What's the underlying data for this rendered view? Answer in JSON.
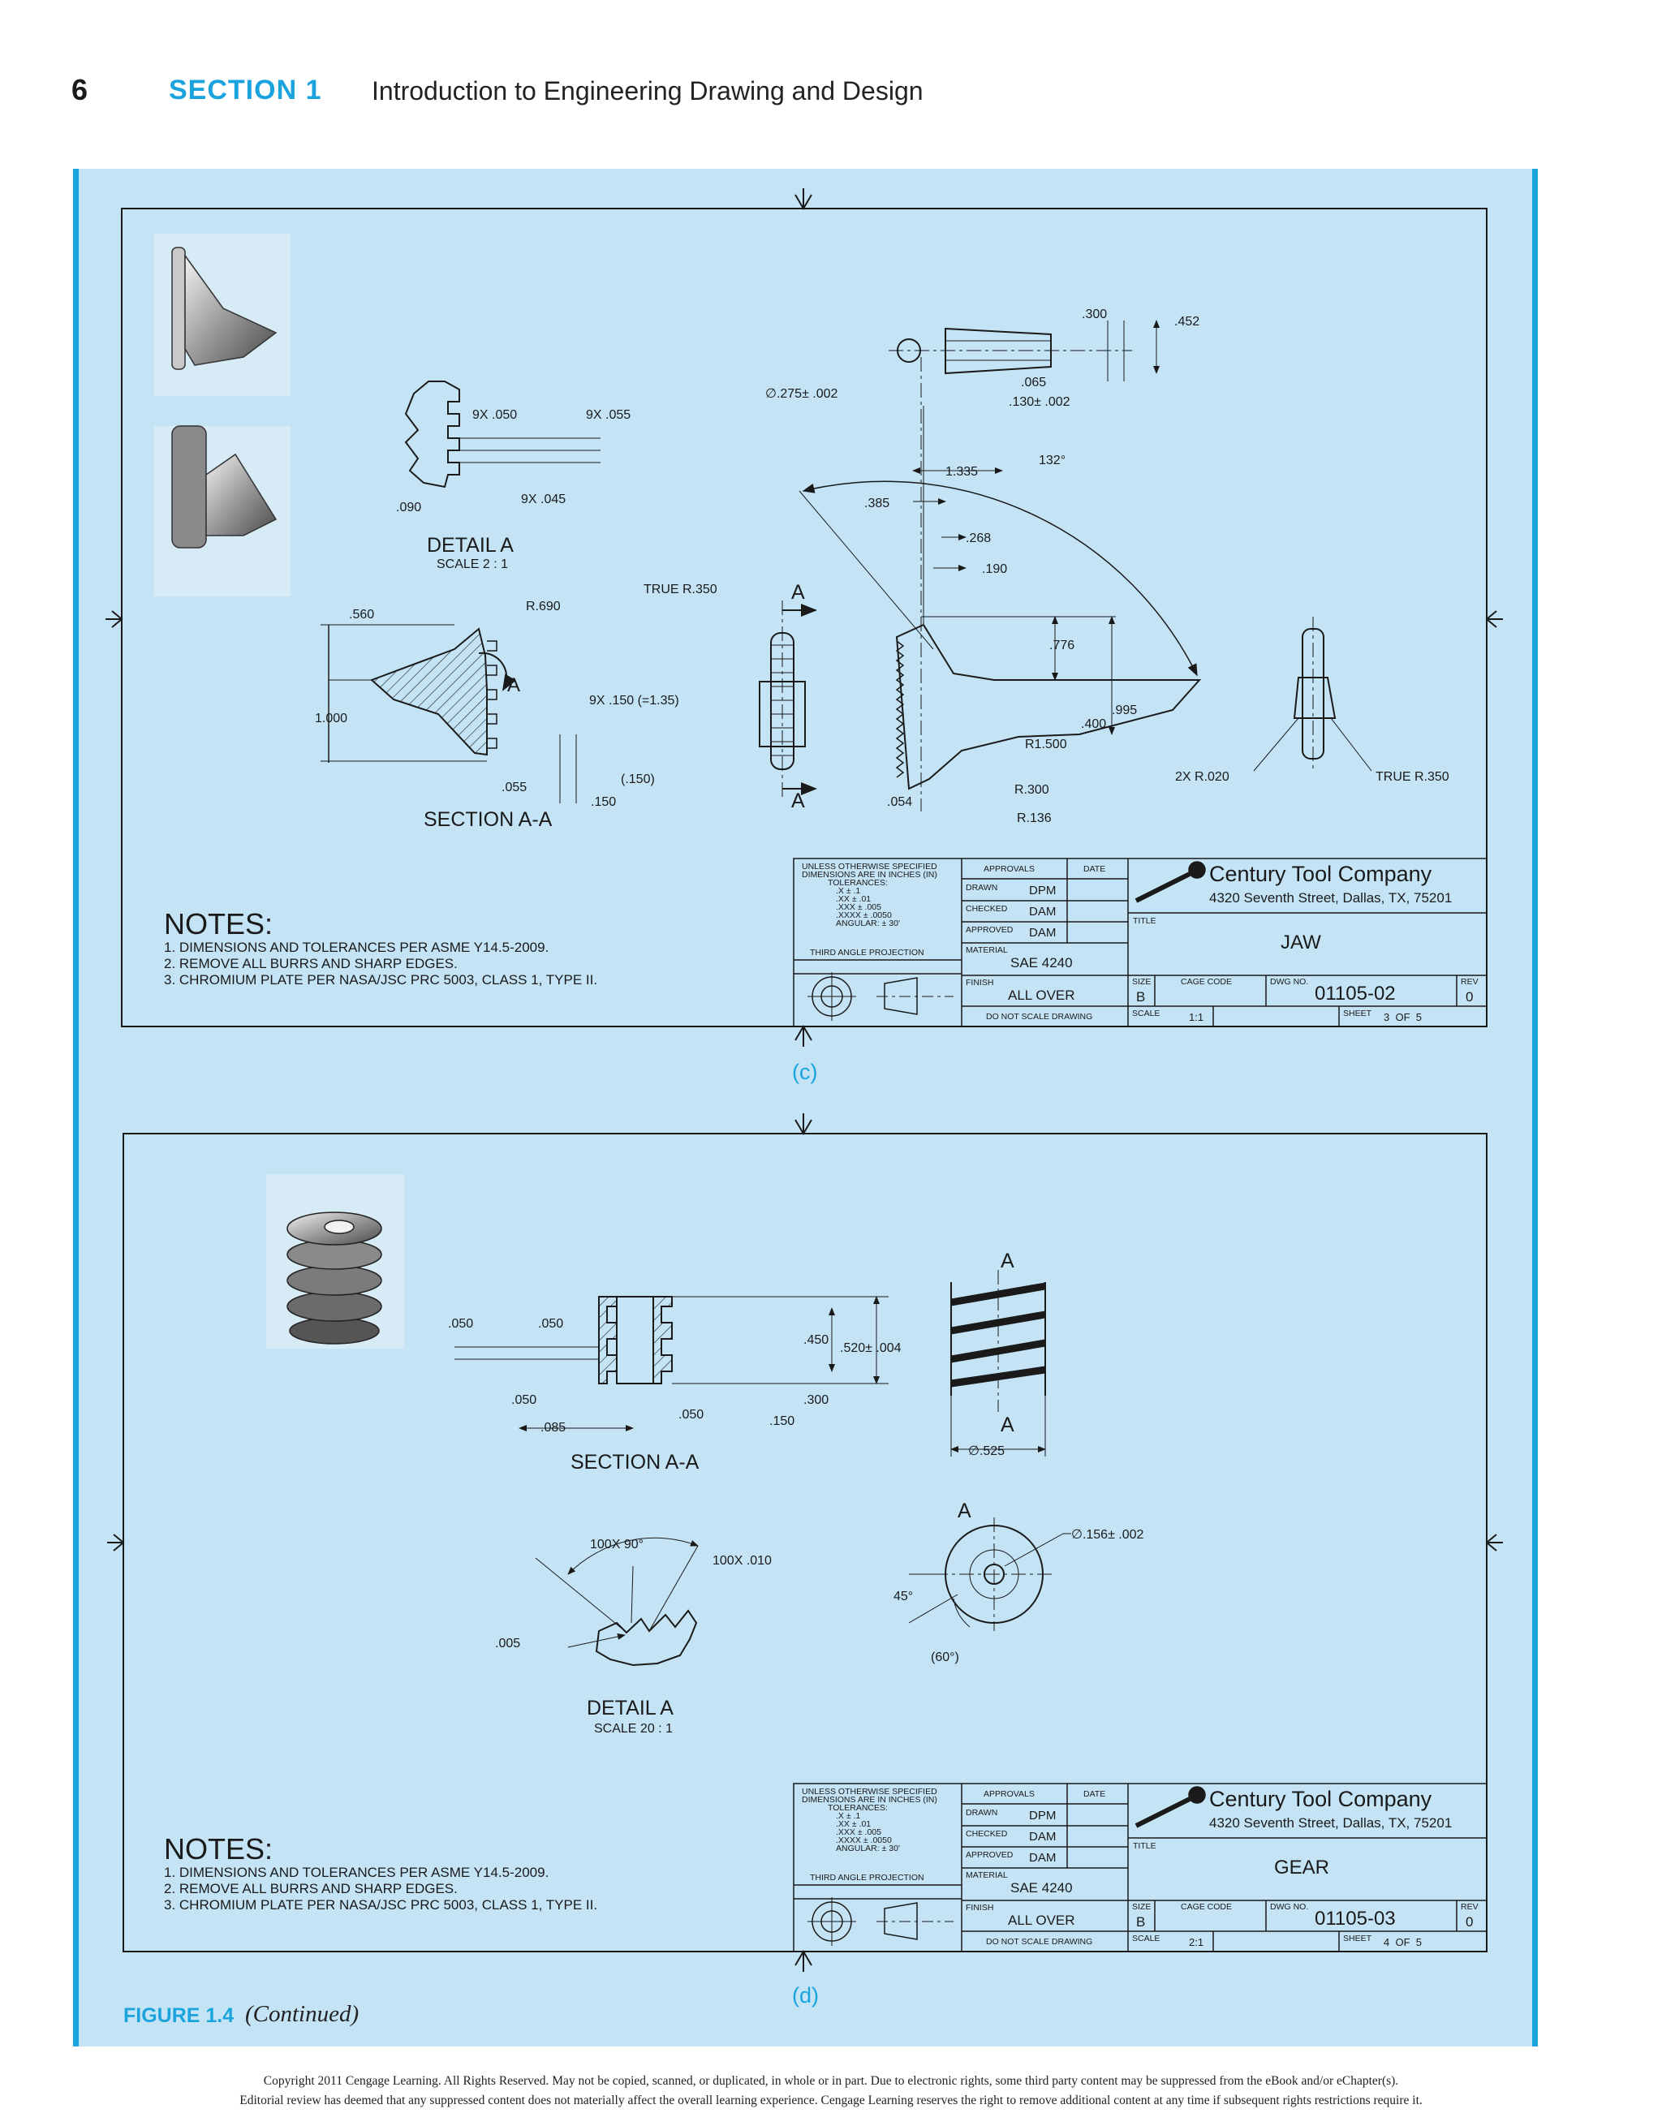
{
  "header": {
    "page_number": "6",
    "section_label": "SECTION 1",
    "section_title": "Introduction to Engineering Drawing and Design"
  },
  "drawing_c": {
    "caption": "(c)",
    "section_label": "SECTION A-A",
    "detail_label": "DETAIL  A",
    "detail_scale": "SCALE 2 : 1",
    "cut_marker": "A",
    "dims": {
      "d_9x050": "9X .050",
      "d_9x055": "9X .055",
      "d_9x045": "9X .045",
      "d_090": ".090",
      "d_560": ".560",
      "d_r690": "R.690",
      "d_1000": "1.000",
      "d_9x150": "9X .150 (=1.35)",
      "d_055": ".055",
      "d_150p": "(.150)",
      "d_150": ".150",
      "d_true350a": "TRUE R.350",
      "d_dia275": "∅.275± .002",
      "d_300": ".300",
      "d_452": ".452",
      "d_065": ".065",
      "d_130": ".130± .002",
      "d_1335": "1.335",
      "d_132": "132°",
      "d_385": ".385",
      "d_268": ".268",
      "d_190": ".190",
      "d_776": ".776",
      "d_995": ".995",
      "d_400": ".400",
      "d_r1500": "R1.500",
      "d_r300": "R.300",
      "d_r136": "R.136",
      "d_054": ".054",
      "d_2xr020": "2X R.020",
      "d_true350b": "TRUE R.350"
    },
    "notes_title": "NOTES:",
    "notes": [
      "1. DIMENSIONS AND TOLERANCES PER ASME Y14.5-2009.",
      "2. REMOVE ALL BURRS AND SHARP EDGES.",
      "3. CHROMIUM PLATE PER NASA/JSC PRC 5003, CLASS 1, TYPE II."
    ],
    "title_block": {
      "tol_lines": [
        "UNLESS OTHERWISE SPECIFIED",
        "DIMENSIONS ARE IN INCHES (IN)",
        "TOLERANCES:",
        ".X          ± .1",
        ".XX         ± .01",
        ".XXX        ± .005",
        ".XXXX       ± .0050",
        "ANGULAR:  ± 30'"
      ],
      "projection": "THIRD ANGLE PROJECTION",
      "approvals": "APPROVALS",
      "date": "DATE",
      "drawn_lbl": "DRAWN",
      "drawn": "DPM",
      "checked_lbl": "CHECKED",
      "checked": "DAM",
      "approved_lbl": "APPROVED",
      "approved": "DAM",
      "material_lbl": "MATERIAL",
      "material": "SAE 4240",
      "finish_lbl": "FINISH",
      "finish": "ALL OVER",
      "do_not_scale": "DO NOT SCALE DRAWING",
      "company": "Century Tool Company",
      "address": "4320 Seventh Street, Dallas, TX, 75201",
      "title_lbl": "TITLE",
      "title": "JAW",
      "size_lbl": "SIZE",
      "size": "B",
      "cage_lbl": "CAGE CODE",
      "dwg_lbl": "DWG NO.",
      "dwg_no": "01105-02",
      "rev_lbl": "REV",
      "rev": "0",
      "scale_lbl": "SCALE",
      "scale": "1:1",
      "sheet_lbl": "SHEET",
      "sheet": "3  OF  5"
    }
  },
  "drawing_d": {
    "caption": "(d)",
    "section_label": "SECTION A-A",
    "detail_label": "DETAIL  A",
    "detail_scale": "SCALE 20 : 1",
    "cut_marker": "A",
    "dims": {
      "d_050a": ".050",
      "d_050b": ".050",
      "d_050c": ".050",
      "d_050d": ".050",
      "d_085": ".085",
      "d_450": ".450",
      "d_520": ".520± .004",
      "d_300": ".300",
      "d_150": ".150",
      "d_dia525": "∅.525",
      "d_100x90": "100X 90°",
      "d_100x010": "100X .010",
      "d_005": ".005",
      "d_dia156": "∅.156± .002",
      "d_45": "45°",
      "d_60": "(60°)"
    },
    "notes_title": "NOTES:",
    "notes": [
      "1. DIMENSIONS AND TOLERANCES PER ASME Y14.5-2009.",
      "2. REMOVE ALL BURRS AND SHARP EDGES.",
      "3. CHROMIUM PLATE PER NASA/JSC PRC 5003, CLASS 1, TYPE II."
    ],
    "title_block": {
      "tol_lines": [
        "UNLESS OTHERWISE SPECIFIED",
        "DIMENSIONS ARE IN INCHES (IN)",
        "TOLERANCES:",
        ".X          ± .1",
        ".XX         ± .01",
        ".XXX        ± .005",
        ".XXXX       ± .0050",
        "ANGULAR:  ± 30'"
      ],
      "projection": "THIRD ANGLE PROJECTION",
      "approvals": "APPROVALS",
      "date": "DATE",
      "drawn_lbl": "DRAWN",
      "drawn": "DPM",
      "checked_lbl": "CHECKED",
      "checked": "DAM",
      "approved_lbl": "APPROVED",
      "approved": "DAM",
      "material_lbl": "MATERIAL",
      "material": "SAE 4240",
      "finish_lbl": "FINISH",
      "finish": "ALL OVER",
      "do_not_scale": "DO NOT SCALE DRAWING",
      "company": "Century Tool Company",
      "address": "4320 Seventh Street, Dallas, TX, 75201",
      "title_lbl": "TITLE",
      "title": "GEAR",
      "size_lbl": "SIZE",
      "size": "B",
      "cage_lbl": "CAGE CODE",
      "dwg_lbl": "DWG NO.",
      "dwg_no": "01105-03",
      "rev_lbl": "REV",
      "rev": "0",
      "scale_lbl": "SCALE",
      "scale": "2:1",
      "sheet_lbl": "SHEET",
      "sheet": "4  OF  5"
    }
  },
  "figure": {
    "label": "FIGURE 1.4",
    "continued": "(Continued)"
  },
  "copyright": {
    "line1": "Copyright 2011 Cengage Learning. All Rights Reserved. May not be copied, scanned, or duplicated, in whole or in part. Due to electronic rights, some third party content may be suppressed from the eBook and/or eChapter(s).",
    "line2": "Editorial review has deemed that any suppressed content does not materially affect the overall learning experience. Cengage Learning reserves the right to remove additional content at any time if subsequent rights restrictions require it."
  },
  "colors": {
    "accent": "#1ba3dd",
    "panel_bg": "#c4e4f6",
    "line": "#1a1a1a"
  }
}
